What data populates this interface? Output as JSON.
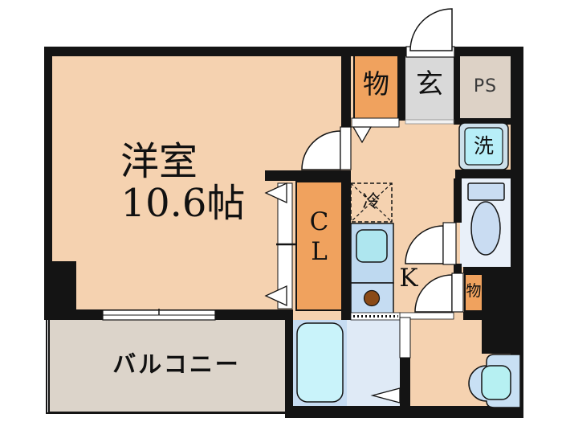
{
  "plan": {
    "main_room": {
      "name": "洋室",
      "size": "10.6帖"
    },
    "balcony_label": "バルコニー",
    "closet_lines": [
      "C",
      "L"
    ],
    "storage_top_label": "物",
    "storage_small_label": "物",
    "entrance_label": "玄",
    "pipe_space_label": "PS",
    "laundry_label": "洗",
    "refrigerator_label": "冷",
    "kitchen_label": "K"
  },
  "colors": {
    "wall": "#141414",
    "room_peach": "#f5d2b0",
    "storage_orange": "#f0a25e",
    "entrance_gray": "#d9d9d9",
    "pipe_space_beige": "#ddd2c6",
    "laundry_cyan": "#b7eef8",
    "toilet_room_blue": "#e9f0f9",
    "fixture_blue": "#c9dcf2",
    "kitchen_counter_blue": "#bed9f0",
    "sink_cyan": "#aee6ef",
    "burner_brown": "#8a4a16",
    "bathtub_cyan": "#c9f3fa",
    "bath_room_blue": "#dfeaf6",
    "basin_bowl_cyan": "#b6f0f2",
    "balcony_gray": "#dcd4ca"
  }
}
